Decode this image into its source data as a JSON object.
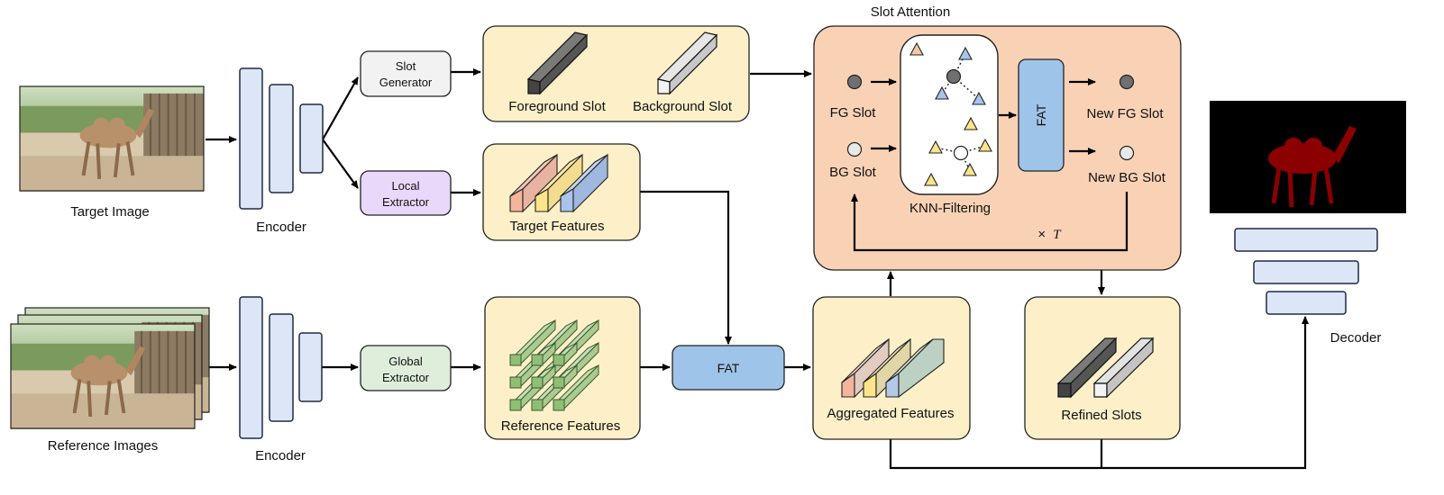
{
  "target_image": {
    "label": "Target Image"
  },
  "reference_images": {
    "label": "Reference Images"
  },
  "encoder_top": {
    "label": "Encoder"
  },
  "encoder_bottom": {
    "label": "Encoder"
  },
  "slot_generator": {
    "line1": "Slot",
    "line2": "Generator"
  },
  "local_extractor": {
    "line1": "Local",
    "line2": "Extractor"
  },
  "global_extractor": {
    "line1": "Global",
    "line2": "Extractor"
  },
  "slots_panel": {
    "foreground": "Foreground Slot",
    "background": "Background Slot"
  },
  "target_features": {
    "label": "Target Features"
  },
  "reference_features": {
    "label": "Reference Features"
  },
  "fat_main": {
    "label": "FAT"
  },
  "aggregated_features": {
    "label": "Aggregated Features"
  },
  "refined_slots": {
    "label": "Refined Slots"
  },
  "slot_attention": {
    "title": "Slot Attention",
    "fg_slot": "FG Slot",
    "bg_slot": "BG Slot",
    "knn": "KNN-Filtering",
    "fat": "FAT",
    "new_fg": "New FG Slot",
    "new_bg": "New BG Slot",
    "iter_prefix": "×",
    "iter_var": "T"
  },
  "decoder": {
    "label": "Decoder"
  },
  "colors": {
    "panel_yellow": "#fdf0c8",
    "panel_peach": "#f9d2b5",
    "encoder_blue": "#dde6f7",
    "fat_blue": "#9fc4e9",
    "local_purple": "#ead8fb",
    "global_green": "#deeedb",
    "mask_red": "#8b0000"
  }
}
